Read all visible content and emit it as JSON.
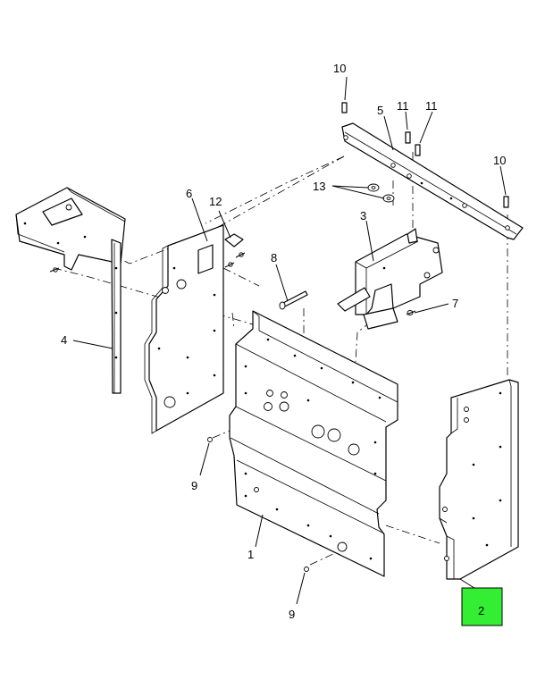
{
  "callouts": [
    {
      "id": "c1",
      "label": "1"
    },
    {
      "id": "c2",
      "label": "2",
      "highlighted": true
    },
    {
      "id": "c3",
      "label": "3"
    },
    {
      "id": "c4",
      "label": "4"
    },
    {
      "id": "c5",
      "label": "5"
    },
    {
      "id": "c6",
      "label": "6"
    },
    {
      "id": "c7",
      "label": "7"
    },
    {
      "id": "c8",
      "label": "8"
    },
    {
      "id": "c9a",
      "label": "9"
    },
    {
      "id": "c9b",
      "label": "9"
    },
    {
      "id": "c10a",
      "label": "10"
    },
    {
      "id": "c10b",
      "label": "10"
    },
    {
      "id": "c11a",
      "label": "11"
    },
    {
      "id": "c11b",
      "label": "11"
    },
    {
      "id": "c12",
      "label": "12"
    },
    {
      "id": "c13",
      "label": "13"
    }
  ],
  "colors": {
    "line": "#000000",
    "background": "#ffffff",
    "highlight": "#33ee33"
  }
}
